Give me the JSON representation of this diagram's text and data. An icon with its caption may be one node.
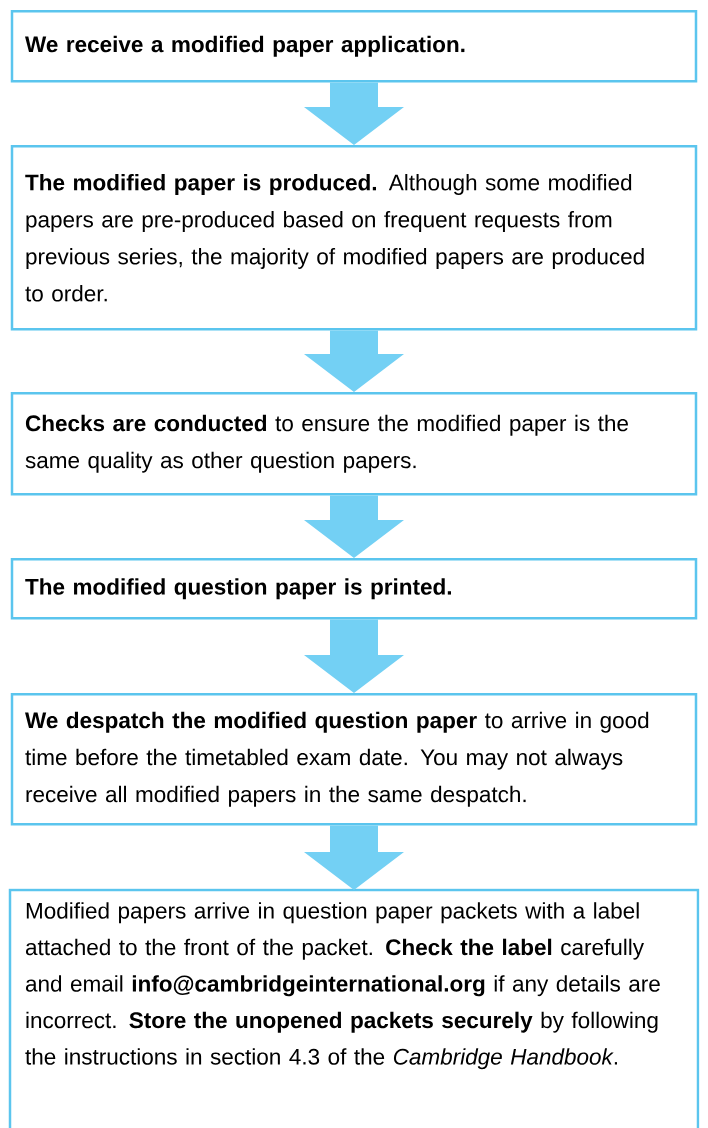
{
  "diagram": {
    "nodes": [
      {
        "text": [
          "**We receive a modified paper application.**"
        ]
      },
      {
        "text": [
          "**The modified paper is produced.** Although some modified papers are pre-produced based on frequent requests from previous series, the majority of modified papers are produced to order."
        ]
      },
      {
        "text": [
          "**Checks are conducted** to ensure the modified paper is the same quality as other question papers."
        ]
      },
      {
        "text": [
          "**The modified question paper is printed.**"
        ]
      },
      {
        "text": [
          "**We despatch the modified question paper** to arrive in good time before the timetabled exam date. You may not always receive all modified papers in the same despatch."
        ]
      },
      {
        "text": [
          "Modified papers arrive in question paper packets with a label attached to the front of the packet. **Check the label** carefully and email **info@cambridgeinternational.org** if any details are incorrect. **Store the unopened packets securely** by following the instructions in section 4.3 of the *Cambridge Handbook*."
        ]
      }
    ],
    "edges": [
      {
        "from": 0,
        "to": 1,
        "arrow": "to"
      },
      {
        "from": 1,
        "to": 2,
        "arrow": "to"
      },
      {
        "from": 2,
        "to": 3,
        "arrow": "to"
      },
      {
        "from": 3,
        "to": 4,
        "arrow": "to"
      },
      {
        "from": 4,
        "to": 5,
        "arrow": "to"
      }
    ]
  }
}
